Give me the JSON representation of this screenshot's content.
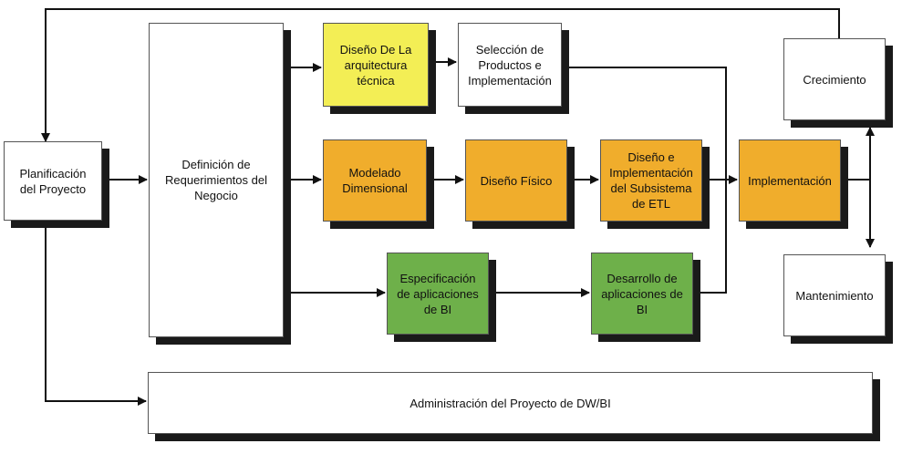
{
  "colors": {
    "white": "#ffffff",
    "yellow": "#f3ee55",
    "orange": "#f0ad2c",
    "green": "#6eb04a",
    "shadow": "#1a1a1a",
    "arrow": "#111111"
  },
  "nodes": {
    "planificacion": "Planificación\ndel Proyecto",
    "definicion": "Definición de\nRequerimientos del\nNegocio",
    "arquitectura": "Diseño De La\narquitectura\ntécnica",
    "seleccion": "Selección de\nProductos e\nImplementación",
    "modelado": "Modelado\nDimensional",
    "diseno_fisico": "Diseño Físico",
    "etl": "Diseño e\nImplementación\ndel Subsistema\nde ETL",
    "implementacion": "Implementación",
    "especificacion": "Especificación\nde aplicaciones\nde BI",
    "desarrollo": "Desarrollo de\naplicaciones de\nBI",
    "crecimiento": "Crecimiento",
    "mantenimiento": "Mantenimiento",
    "administracion": "Administración del Proyecto de DW/BI"
  }
}
